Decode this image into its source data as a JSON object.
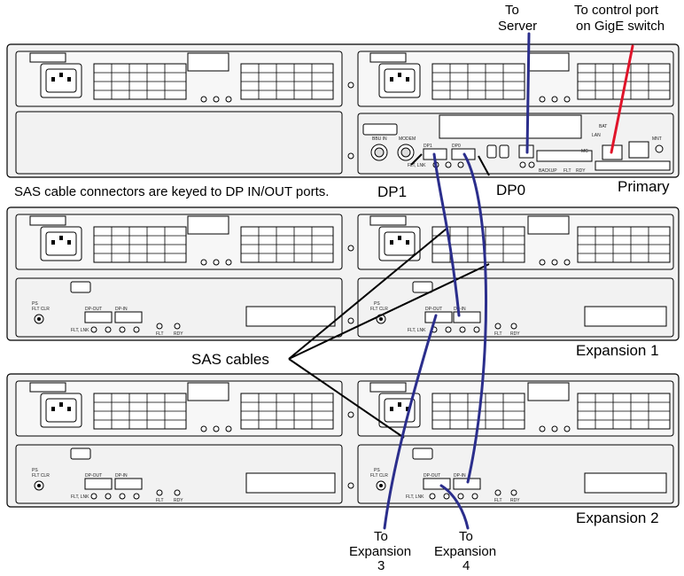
{
  "callouts": {
    "to_server": [
      "To",
      "Server"
    ],
    "to_control": [
      "To control port",
      "on GigE switch"
    ],
    "note": "SAS cable connectors are keyed to DP IN/OUT ports.",
    "dp1": "DP1",
    "dp0": "DP0",
    "sas_cables": "SAS cables",
    "to_exp3": [
      "To",
      "Expansion",
      "3"
    ],
    "to_exp4": [
      "To",
      "Expansion",
      "4"
    ]
  },
  "enclosures": [
    {
      "label": "Primary",
      "kind": "controller"
    },
    {
      "label": "Expansion 1",
      "kind": "expansion"
    },
    {
      "label": "Expansion 2",
      "kind": "expansion"
    }
  ],
  "controller_ports": {
    "bbu": "BBU IN",
    "modem": "MODEM",
    "dp1": "DP1",
    "dp0": "DP0",
    "flt_lnk": "FLT, LNK",
    "lan": "LAN",
    "bat": "BAT",
    "mnt": "MNT",
    "mc": "MC",
    "backup": "BACKUP",
    "flt": "FLT",
    "rdy": "RDY"
  },
  "expansion_ports": {
    "ps": "PS",
    "flt_clr": "FLT CLR",
    "dp_out": "DP-OUT",
    "dp_in": "DP-IN",
    "flt_lnk": "FLT, LNK",
    "flt": "FLT",
    "rdy": "RDY"
  },
  "colors": {
    "server_cable": "#2b2e8c",
    "switch_cable": "#e0142a",
    "sas_cable": "#2b2e8c",
    "outline": "#000000",
    "panel_fill": "#f2f2f2"
  }
}
